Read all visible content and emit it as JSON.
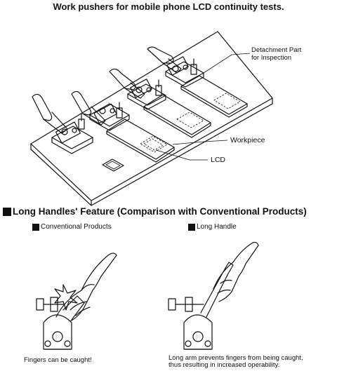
{
  "title": "Work pushers for mobile phone LCD continuity tests.",
  "callouts": {
    "detachment_line1": "Detachment Part",
    "detachment_line2": "for Inspection",
    "workpiece": "Workpiece",
    "lcd": "LCD"
  },
  "section": {
    "title": "Long Handles' Feature (Comparison with Conventional Products)"
  },
  "comparison": {
    "conventional": {
      "label": "Conventional Products",
      "caption": "Fingers can be caught!"
    },
    "long_handle": {
      "label": "Long Handle",
      "caption_line1": "Long arm prevents fingers from being caught,",
      "caption_line2": "thus resulting in increased operability."
    }
  },
  "colors": {
    "ink": "#111111",
    "background": "#ffffff"
  }
}
